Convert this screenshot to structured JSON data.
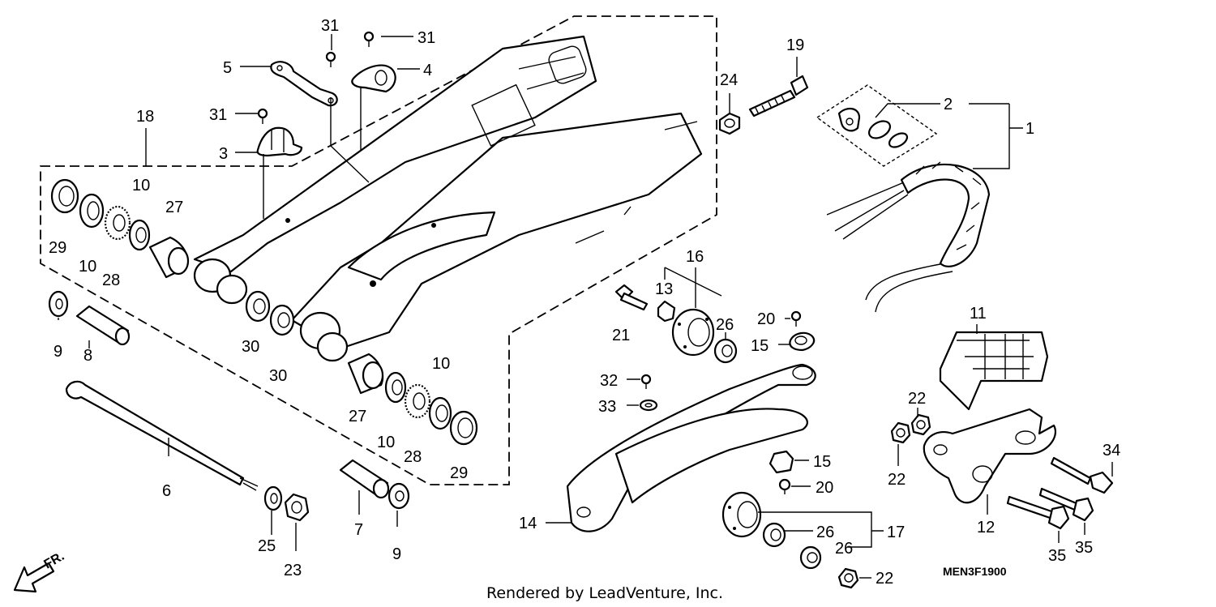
{
  "diagram": {
    "callouts": {
      "c1": "1",
      "c2": "2",
      "c3": "3",
      "c4": "4",
      "c5": "5",
      "c6": "6",
      "c7": "7",
      "c8": "8",
      "c9a": "9",
      "c9b": "9",
      "c10a": "10",
      "c10b": "10",
      "c10c": "10",
      "c10d": "10",
      "c11": "11",
      "c12": "12",
      "c13": "13",
      "c14": "14",
      "c15a": "15",
      "c15b": "15",
      "c16": "16",
      "c17": "17",
      "c18": "18",
      "c19": "19",
      "c20a": "20",
      "c20b": "20",
      "c21": "21",
      "c22a": "22",
      "c22b": "22",
      "c22c": "22",
      "c23": "23",
      "c24": "24",
      "c25": "25",
      "c26a": "26",
      "c26b": "26",
      "c26c": "26",
      "c27a": "27",
      "c27b": "27",
      "c28a": "28",
      "c28b": "28",
      "c29a": "29",
      "c29b": "29",
      "c30a": "30",
      "c30b": "30",
      "c31a": "31",
      "c31b": "31",
      "c31c": "31",
      "c32": "32",
      "c33": "33",
      "c34": "34",
      "c35a": "35",
      "c35b": "35"
    },
    "direction_label": "FR.",
    "diagram_code": "MEN3F1900",
    "credit": "Rendered by LeadVenture, Inc."
  }
}
